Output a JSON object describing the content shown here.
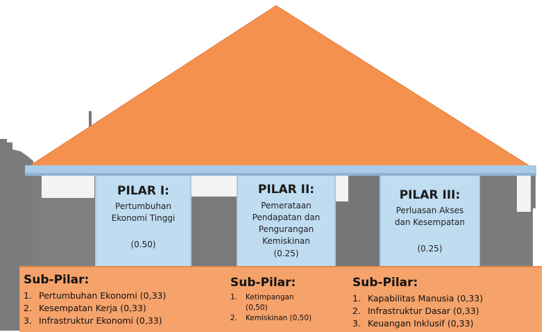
{
  "pillars": [
    {
      "title": "PILAR I:",
      "subtitle": "Pertumbuhan\nEkonomi Tinggi",
      "value": "(0.50)"
    },
    {
      "title": "PILAR II:",
      "subtitle": "Pemerataan\nPendapatan dan\nPengurangan\nKemiskinan",
      "value": "(0.25)"
    },
    {
      "title": "PILAR III:",
      "subtitle": "Perluasan Akses\ndan Kesempatan",
      "value": "(0.25)"
    }
  ],
  "subpillars": [
    {
      "heading": "Sub-Pilar:",
      "items": [
        {
          "num": "1.",
          "text": "Pertumbuhan Ekonomi (0,33)"
        },
        {
          "num": "2.",
          "text": "Kesempatan Kerja  (0,33)"
        },
        {
          "num": "3.",
          "text": "Infrastruktur Ekonomi (0,33)"
        }
      ]
    },
    {
      "heading": "Sub-Pilar:",
      "items": [
        {
          "num": "1.",
          "text": "Ketimpangan"
        },
        {
          "num": "",
          "text": "(0,50)"
        },
        {
          "num": "2.",
          "text": "Kemiskinan (0,50)"
        }
      ]
    },
    {
      "heading": "Sub-Pilar:",
      "items": [
        {
          "num": "1.",
          "text": "Kapabilitas Manusia (0,33)"
        },
        {
          "num": "2.",
          "text": "Infrastruktur Dasar  (0,33)"
        },
        {
          "num": "3.",
          "text": "Keuangan Inklusif (0,33)"
        }
      ]
    }
  ],
  "colors": {
    "roof": "#f5914e",
    "beam": "#a9cbe8",
    "pillar": "#bfdcf1",
    "base": "#f5a26b",
    "building": "#7a7a7a"
  }
}
